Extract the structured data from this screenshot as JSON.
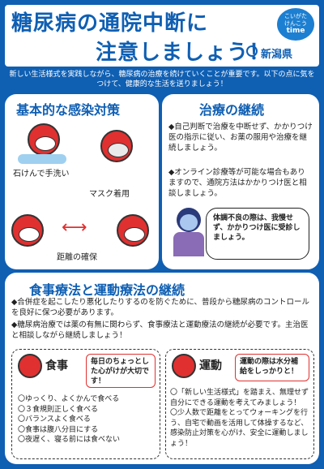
{
  "header": {
    "title_line1": "糖尿病の通院中断に",
    "title_line2": "注意しましょう！",
    "badge_top": "こいがた",
    "badge_mid": "けんこう",
    "badge_bottom": "time",
    "prefecture": "新潟県"
  },
  "intro": "新しい生活様式を実践しながら、糖尿病の治療を続けていくことが重要です。以下の点に気をつけて、健康的な生活を送りましょう！",
  "infection": {
    "title": "基本的な感染対策",
    "handwash": "石けんで手洗い",
    "mask": "マスク着用",
    "distance": "距離の確保"
  },
  "treatment": {
    "title": "治療の継続",
    "bullets": [
      "◆自己判断で治療を中断せず、かかりつけ医の指示に従い、お薬の服用や治療を継続しましょう。",
      "◆オンライン診療等が可能な場合もありますので、通院方法はかかりつけ医と相談しましょう。"
    ],
    "bubble": "体調不良の際は、我慢せず、かかりつけ医に受診しましょう。"
  },
  "lifestyle": {
    "title": "食事療法と運動療法の継続",
    "bullets": [
      "◆合併症を起こしたり悪化したりするのを防ぐために、普段から糖尿病のコントロールを良好に保つ必要があります。",
      "◆糖尿病治療では薬の有無に関わらず、食事療法と運動療法の継続が必要です。主治医と相談しながら継続しましょう！"
    ],
    "diet": {
      "label": "食事",
      "note": "毎日のちょっとした心がけが大切です！",
      "items": [
        "〇ゆっくり、よくかんで食べる",
        "〇３食規則正しく食べる",
        "〇バランスよく食べる",
        "〇食事は腹八分目にする",
        "〇夜遅く、寝る前には食べない"
      ]
    },
    "exercise": {
      "label": "運動",
      "note": "運動の際は水分補給をしっかりと！",
      "items": [
        "〇「新しい生活様式」を踏まえ、無理せず自分にできる運動を考えてみましょう！",
        "〇少人数で距離をとってウォーキングを行う、自宅で動画を活用して体操するなど、感染防止対策を心がけ、安全に運動しましょう！"
      ]
    }
  },
  "colors": {
    "primary": "#0f5fb3",
    "accent": "#e03030"
  }
}
